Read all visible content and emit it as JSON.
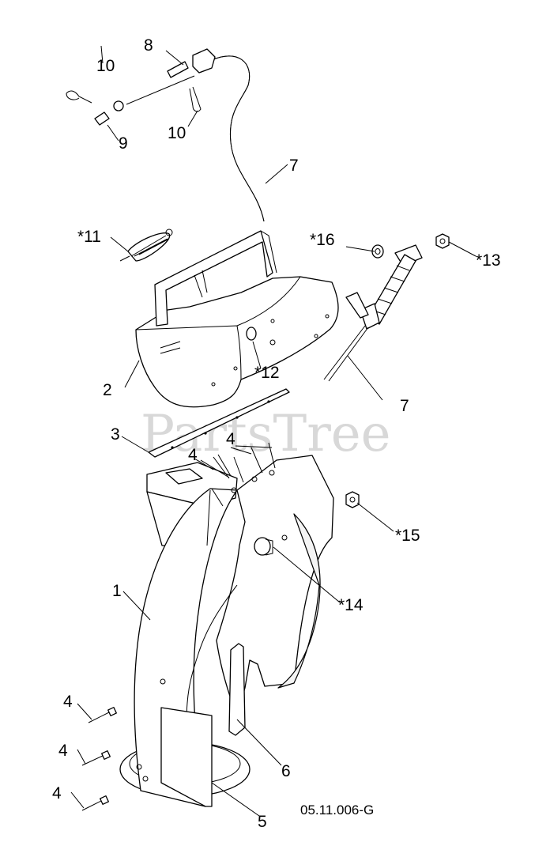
{
  "watermark": "PartsTree",
  "figure_code": "05.11.006-G",
  "callouts": {
    "c1": "1",
    "c2": "2",
    "c3": "3",
    "c4a": "4",
    "c4b": "4",
    "c4c": "4",
    "c4d": "4",
    "c4e": "4",
    "c5": "5",
    "c6": "6",
    "c7a": "7",
    "c7b": "7",
    "c8": "8",
    "c9": "9",
    "c10a": "10",
    "c10b": "10",
    "c11": "*11",
    "c12": "*12",
    "c13": "*13",
    "c14": "*14",
    "c15": "*15",
    "c16": "*16"
  }
}
